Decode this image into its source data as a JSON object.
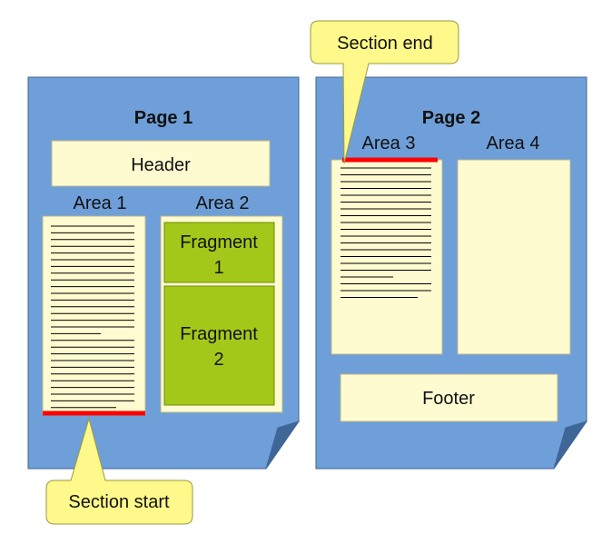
{
  "colors": {
    "page_fill": "#6f9fd8",
    "page_stroke": "#3e6697",
    "area_fill": "#fffbd1",
    "area_stroke": "#b8b68a",
    "fragment_fill": "#a4c819",
    "fragment_stroke": "#6c8a0d",
    "callout_fill": "#fff88a",
    "callout_stroke": "#9a9a40",
    "marker": "#ff0000",
    "text_line": "#000000"
  },
  "pages": [
    {
      "title": "Page 1",
      "header": "Header",
      "areas": [
        {
          "label": "Area 1"
        },
        {
          "label": "Area 2",
          "fragments": [
            {
              "label": [
                "Fragment",
                "1"
              ]
            },
            {
              "label": [
                "Fragment",
                "2"
              ]
            }
          ]
        }
      ]
    },
    {
      "title": "Page 2",
      "footer": "Footer",
      "areas": [
        {
          "label": "Area 3"
        },
        {
          "label": "Area 4"
        }
      ]
    }
  ],
  "callouts": {
    "section_end": "Section end",
    "section_start": "Section start"
  }
}
